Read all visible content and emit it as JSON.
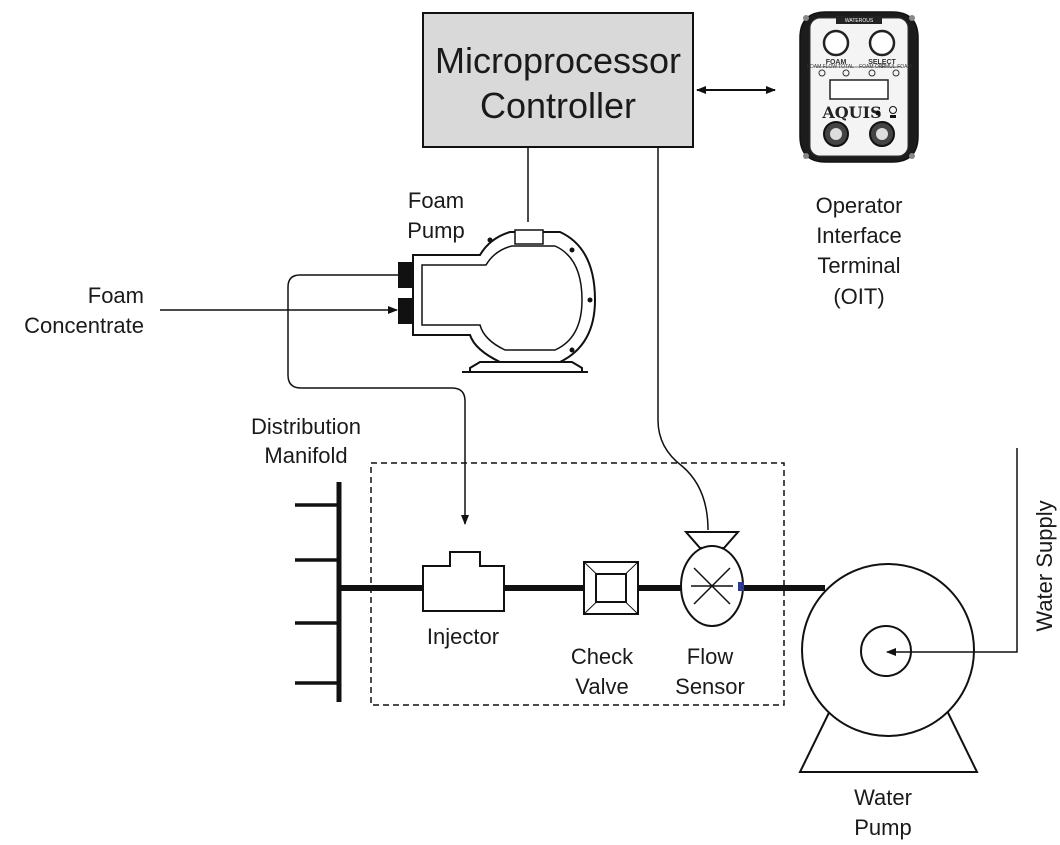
{
  "controller": {
    "line1": "Microprocessor",
    "line2": "Controller"
  },
  "oit": {
    "caption": [
      "Operator",
      "Interface",
      "Terminal",
      "(OIT)"
    ],
    "device_top_label": "WATEROUS",
    "button_left_label": "FOAM",
    "button_right_label": "SELECT",
    "indicator_labels": [
      "FOAM FLOW",
      "TOTAL",
      "FOAM OFF",
      "SIMUL-FOAM"
    ],
    "brand": "AQUIS"
  },
  "foam_pump": {
    "label": [
      "Foam",
      "Pump"
    ]
  },
  "foam_concentrate": {
    "label": [
      "Foam",
      "Concentrate"
    ]
  },
  "distribution_manifold": {
    "label": [
      "Distribution",
      "Manifold"
    ]
  },
  "injector": {
    "label": "Injector"
  },
  "check_valve": {
    "label": [
      "Check",
      "Valve"
    ]
  },
  "flow_sensor": {
    "label": [
      "Flow",
      "Sensor"
    ]
  },
  "water_pump": {
    "label": [
      "Water",
      "Pump"
    ]
  },
  "water_supply": {
    "label": "Water Supply"
  },
  "colors": {
    "controller_fill": "#d9d9d9",
    "line": "#111111",
    "connector_accent": "#2b3a8f"
  }
}
